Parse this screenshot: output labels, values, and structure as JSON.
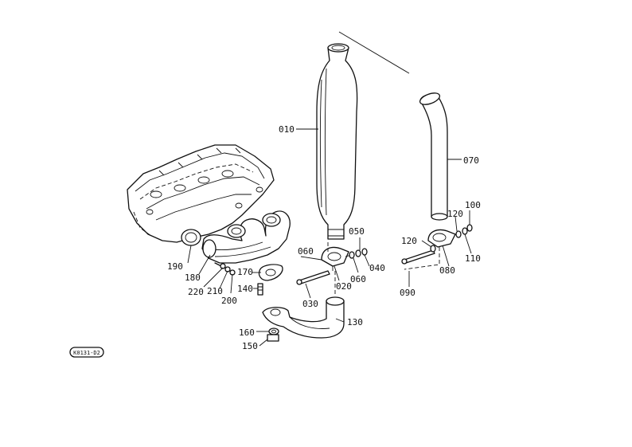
{
  "reference_code": "K0131-D2",
  "callouts": [
    {
      "id": "c010",
      "label": "010"
    },
    {
      "id": "c020",
      "label": "020"
    },
    {
      "id": "c030",
      "label": "030"
    },
    {
      "id": "c040",
      "label": "040"
    },
    {
      "id": "c050",
      "label": "050"
    },
    {
      "id": "c060a",
      "label": "060"
    },
    {
      "id": "c060b",
      "label": "060"
    },
    {
      "id": "c070",
      "label": "070"
    },
    {
      "id": "c080",
      "label": "080"
    },
    {
      "id": "c090",
      "label": "090"
    },
    {
      "id": "c100",
      "label": "100"
    },
    {
      "id": "c110",
      "label": "110"
    },
    {
      "id": "c120a",
      "label": "120"
    },
    {
      "id": "c120b",
      "label": "120"
    },
    {
      "id": "c130",
      "label": "130"
    },
    {
      "id": "c140",
      "label": "140"
    },
    {
      "id": "c150",
      "label": "150"
    },
    {
      "id": "c160",
      "label": "160"
    },
    {
      "id": "c170",
      "label": "170"
    },
    {
      "id": "c180",
      "label": "180"
    },
    {
      "id": "c190",
      "label": "190"
    },
    {
      "id": "c200",
      "label": "200"
    },
    {
      "id": "c210",
      "label": "210"
    },
    {
      "id": "c220",
      "label": "220"
    }
  ]
}
